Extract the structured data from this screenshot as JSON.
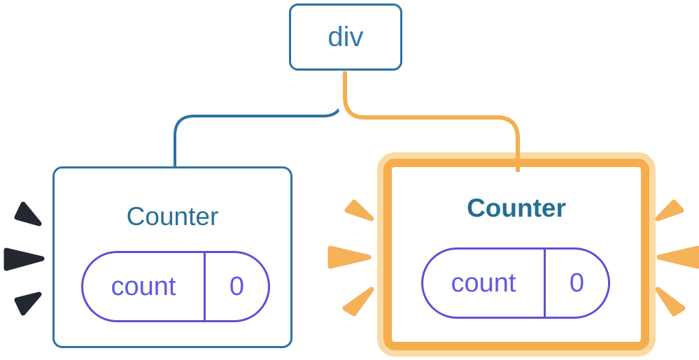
{
  "diagram": {
    "description": "React component tree: a div root with two Counter children; the right Counter is highlighted as updated",
    "root": {
      "label": "div"
    },
    "children": [
      {
        "title": "Counter",
        "highlighted": false,
        "state": {
          "key": "count",
          "value": "0"
        }
      },
      {
        "title": "Counter",
        "highlighted": true,
        "state": {
          "key": "count",
          "value": "0"
        }
      }
    ],
    "colors": {
      "node_border_blue": "#2e74a8",
      "root_label_blue": "#3478a9",
      "counter_title_teal": "#2a6f93",
      "state_purple": "#5b51d6",
      "state_text_purple": "#615ae0",
      "highlight_orange": "#f5ad4e",
      "highlight_orange_light": "#fbd9a3",
      "spark_orange": "#f5b259",
      "spark_dark": "#23272f",
      "background": "#ffffff"
    }
  }
}
